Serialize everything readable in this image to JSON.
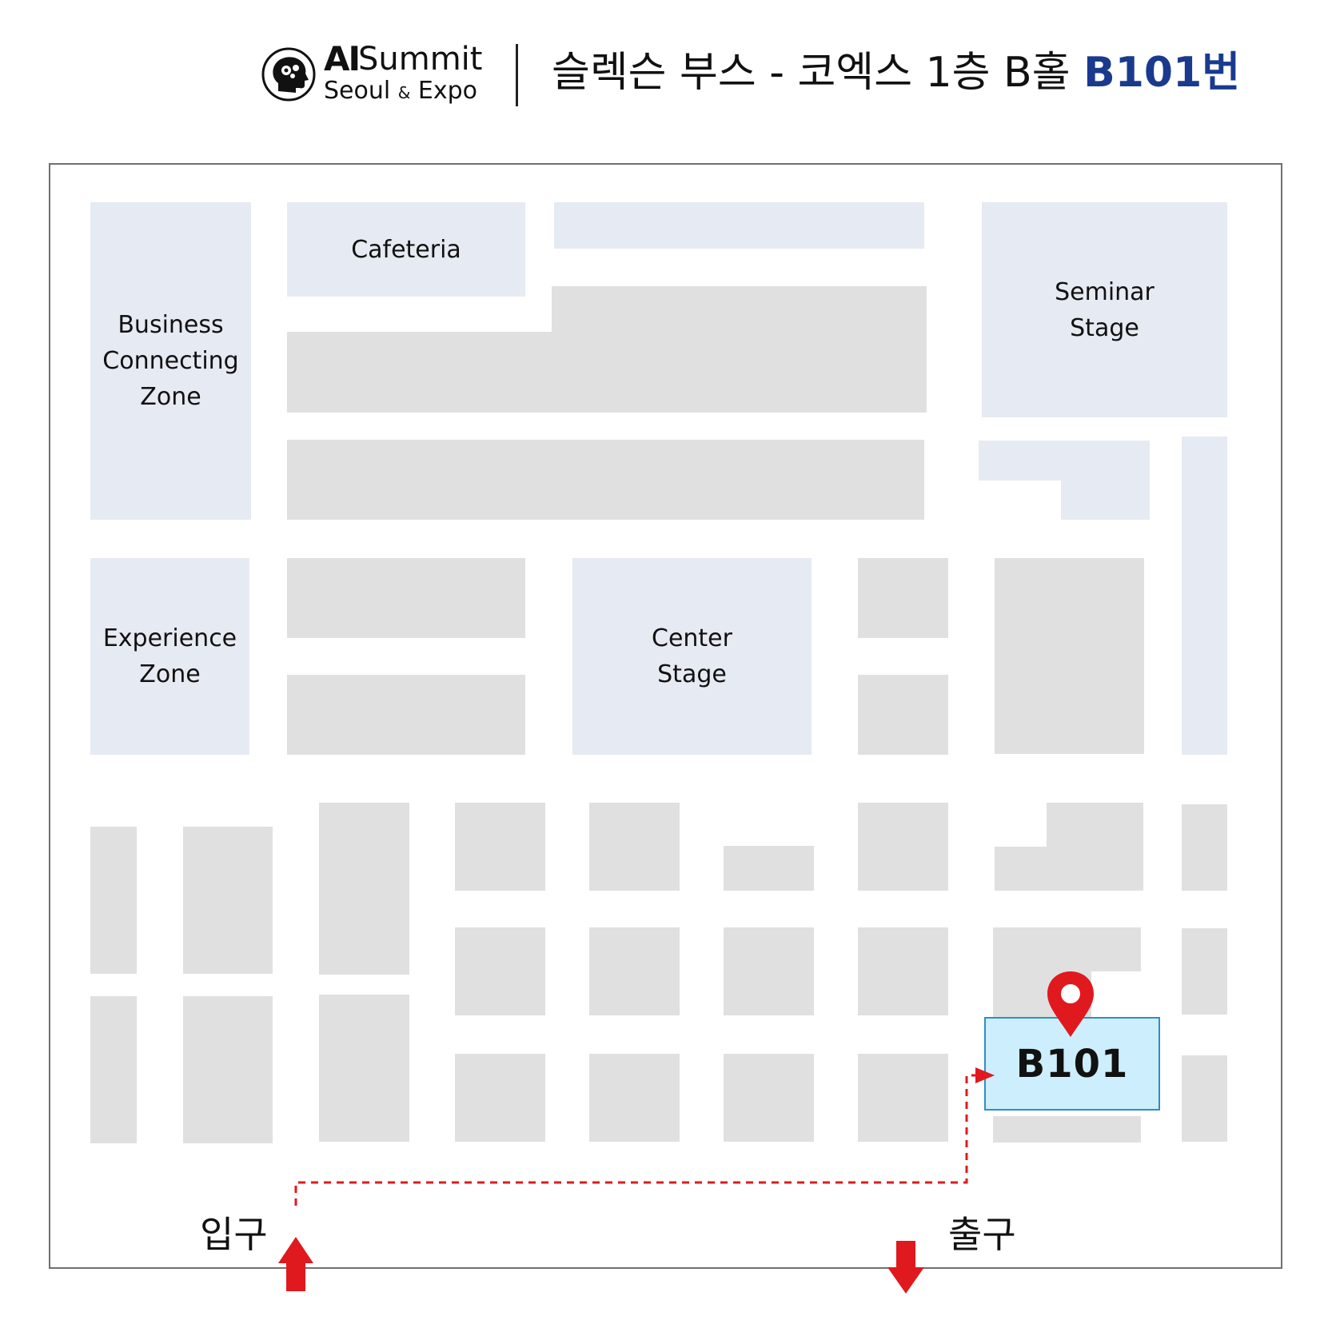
{
  "header": {
    "logo_ai": "AI",
    "logo_summit": "Summit",
    "logo_seoul": "Seoul",
    "logo_amp": "&",
    "logo_expo": "Expo",
    "title_main": "슬렉슨 부스 - 코엑스 1층 B홀 ",
    "title_highlight": "B101번",
    "highlight_color": "#1a3a8e"
  },
  "map": {
    "zones": {
      "cafeteria": "Cafeteria",
      "business": "Business\nConnecting\nZone",
      "seminar": "Seminar\nStage",
      "experience": "Experience\nZone",
      "center": "Center\nStage"
    },
    "booth": {
      "label": "B101",
      "fill_color": "#cdeefc",
      "border_color": "#2f8ec6"
    },
    "entrance_label": "입구",
    "exit_label": "출구",
    "route_color": "#e0191f",
    "pin_color": "#e0191f"
  }
}
